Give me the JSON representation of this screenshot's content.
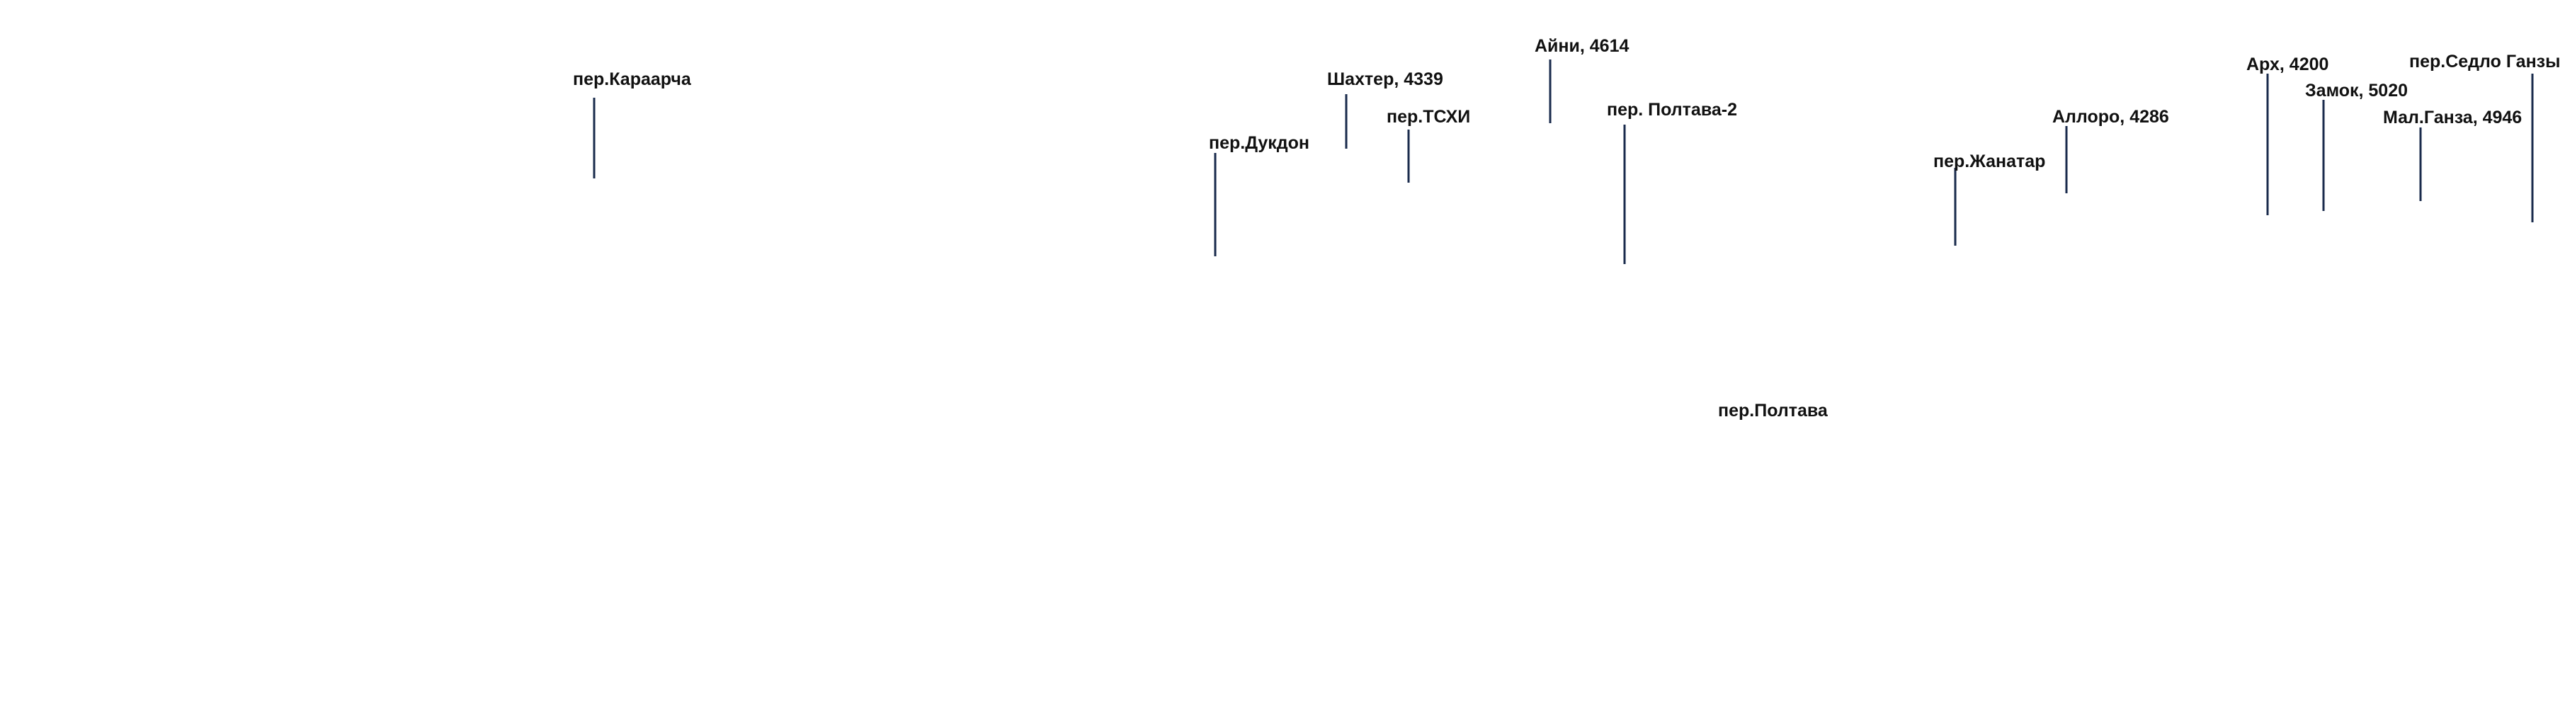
{
  "colors": {
    "background": "#ffffff",
    "line": "#1a2b4c",
    "text": "#111111"
  },
  "markers": [
    {
      "id": "karaarcha",
      "label": "пер.Караарча"
    },
    {
      "id": "dukdon",
      "label": "пер.Дукдон"
    },
    {
      "id": "shakhter",
      "label": "Шахтер, 4339"
    },
    {
      "id": "tskhi",
      "label": "пер.ТСХИ"
    },
    {
      "id": "aini",
      "label": "Айни, 4614"
    },
    {
      "id": "poltava-2",
      "label": "пер. Полтава-2"
    },
    {
      "id": "zhanatar",
      "label": "пер.Жанатар"
    },
    {
      "id": "alloro",
      "label": "Аллоро, 4286"
    },
    {
      "id": "arkh",
      "label": "Арх, 4200"
    },
    {
      "id": "zamok",
      "label": "Замок, 5020"
    },
    {
      "id": "mal-ganza",
      "label": "Мал.Ганза, 4946"
    },
    {
      "id": "sedlo-ganzy",
      "label": "пер.Седло Ганзы"
    }
  ],
  "labels": [
    {
      "id": "poltava",
      "label": "пер.Полтава"
    }
  ]
}
